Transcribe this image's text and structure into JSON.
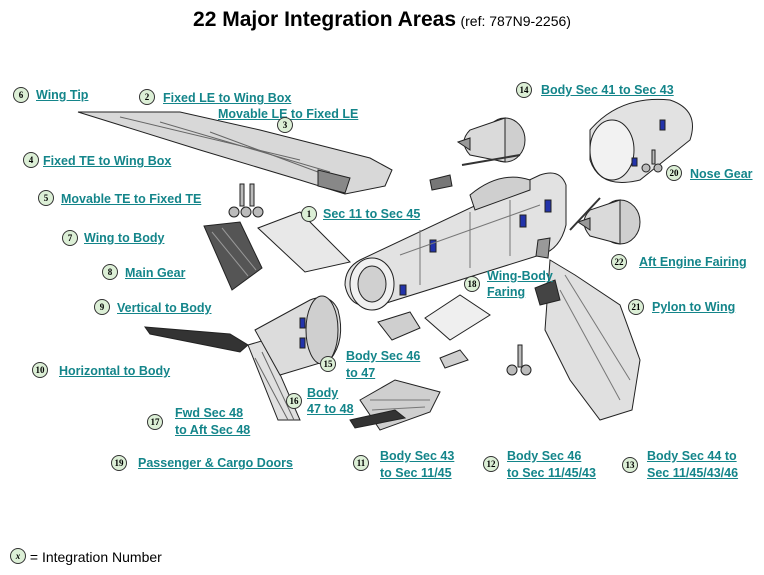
{
  "title": {
    "main": "22 Major Integration Areas",
    "ref": "(ref: 787N9-2256)"
  },
  "areas": [
    {
      "num": "1",
      "label": "Sec 11 to Sec 45"
    },
    {
      "num": "2",
      "label": "Fixed LE to Wing Box"
    },
    {
      "num": "3",
      "label": "Movable LE to Fixed LE"
    },
    {
      "num": "4",
      "label": "Fixed TE to Wing Box"
    },
    {
      "num": "5",
      "label": "Movable TE to Fixed TE"
    },
    {
      "num": "6",
      "label": "Wing Tip"
    },
    {
      "num": "7",
      "label": "Wing to Body"
    },
    {
      "num": "8",
      "label": "Main Gear"
    },
    {
      "num": "9",
      "label": "Vertical to Body"
    },
    {
      "num": "10",
      "label": "Horizontal to Body"
    },
    {
      "num": "11",
      "label_line1": "Body Sec 43",
      "label_line2": "to Sec 11/45"
    },
    {
      "num": "12",
      "label_line1": "Body Sec 46",
      "label_line2": "to Sec 11/45/43"
    },
    {
      "num": "13",
      "label_line1": "Body Sec 44 to",
      "label_line2": "Sec 11/45/43/46"
    },
    {
      "num": "14",
      "label": "Body Sec 41 to Sec 43"
    },
    {
      "num": "15",
      "label_line1": "Body Sec 46",
      "label_line2": "to 47"
    },
    {
      "num": "16",
      "label_line1": "Body",
      "label_line2": "47 to 48"
    },
    {
      "num": "17",
      "label_line1": "Fwd Sec 48",
      "label_line2": "to Aft Sec 48"
    },
    {
      "num": "18",
      "label_line1": "Wing-Body",
      "label_line2": "Faring"
    },
    {
      "num": "19",
      "label": "Passenger & Cargo Doors"
    },
    {
      "num": "20",
      "label": "Nose Gear"
    },
    {
      "num": "21",
      "label": "Pylon to Wing"
    },
    {
      "num": "22",
      "label": "Aft Engine Fairing"
    }
  ],
  "legend": {
    "symbol": "x",
    "text": "= Integration Number"
  },
  "colors": {
    "label": "#14858a",
    "badge_fill": "#dcefd6",
    "part_fill": "#dedede",
    "part_stroke": "#222222",
    "window": "#2233aa"
  }
}
